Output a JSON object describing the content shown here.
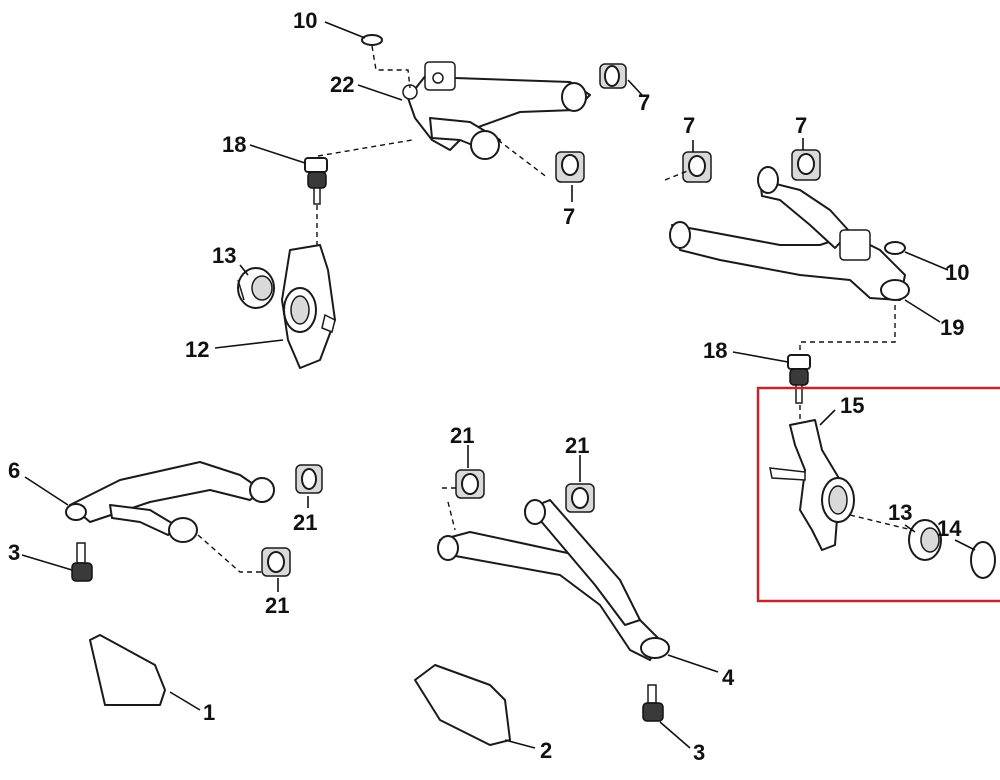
{
  "diagram": {
    "highlight_color": "#c0272d",
    "callouts": {
      "c10a": "10",
      "c22": "22",
      "c7a": "7",
      "c18a": "18",
      "c7b": "7",
      "c7c": "7",
      "c7d": "7",
      "c13a": "13",
      "c12": "12",
      "c10b": "10",
      "c19": "19",
      "c18b": "18",
      "c15": "15",
      "c13b": "13",
      "c14": "14",
      "c6": "6",
      "c3a": "3",
      "c21a": "21",
      "c21b": "21",
      "c21c": "21",
      "c21d": "21",
      "c4": "4",
      "c1": "1",
      "c2": "2",
      "c3b": "3"
    }
  }
}
